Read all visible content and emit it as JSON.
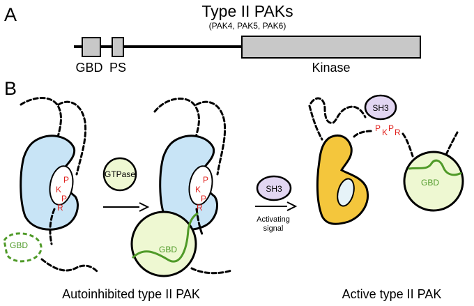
{
  "panel_a": {
    "letter": "A",
    "title": "Type II PAKs",
    "subtitle": "(PAK4, PAK5, PAK6)",
    "domains": [
      "GBD",
      "PS",
      "Kinase"
    ]
  },
  "panel_b": {
    "letter": "B",
    "gtpase_label": "GTPase",
    "sh3_label": "SH3",
    "activating_signal_line1": "Activating",
    "activating_signal_line2": "signal",
    "gbd_label": "GBD",
    "motif_letters": [
      "P",
      "K",
      "P",
      "R"
    ],
    "caption_left": "Autoinhibited type II PAK",
    "caption_right": "Active type II PAK"
  },
  "colors": {
    "kinase_inactive": "#c8e4f6",
    "kinase_active": "#f4c63c",
    "gbd_fill": "#eef8d2",
    "gbd_line": "#4f9a28",
    "sh3_fill": "#e2d6f2",
    "motif": "#e0201c",
    "domain_gray": "#c8c8c8"
  }
}
